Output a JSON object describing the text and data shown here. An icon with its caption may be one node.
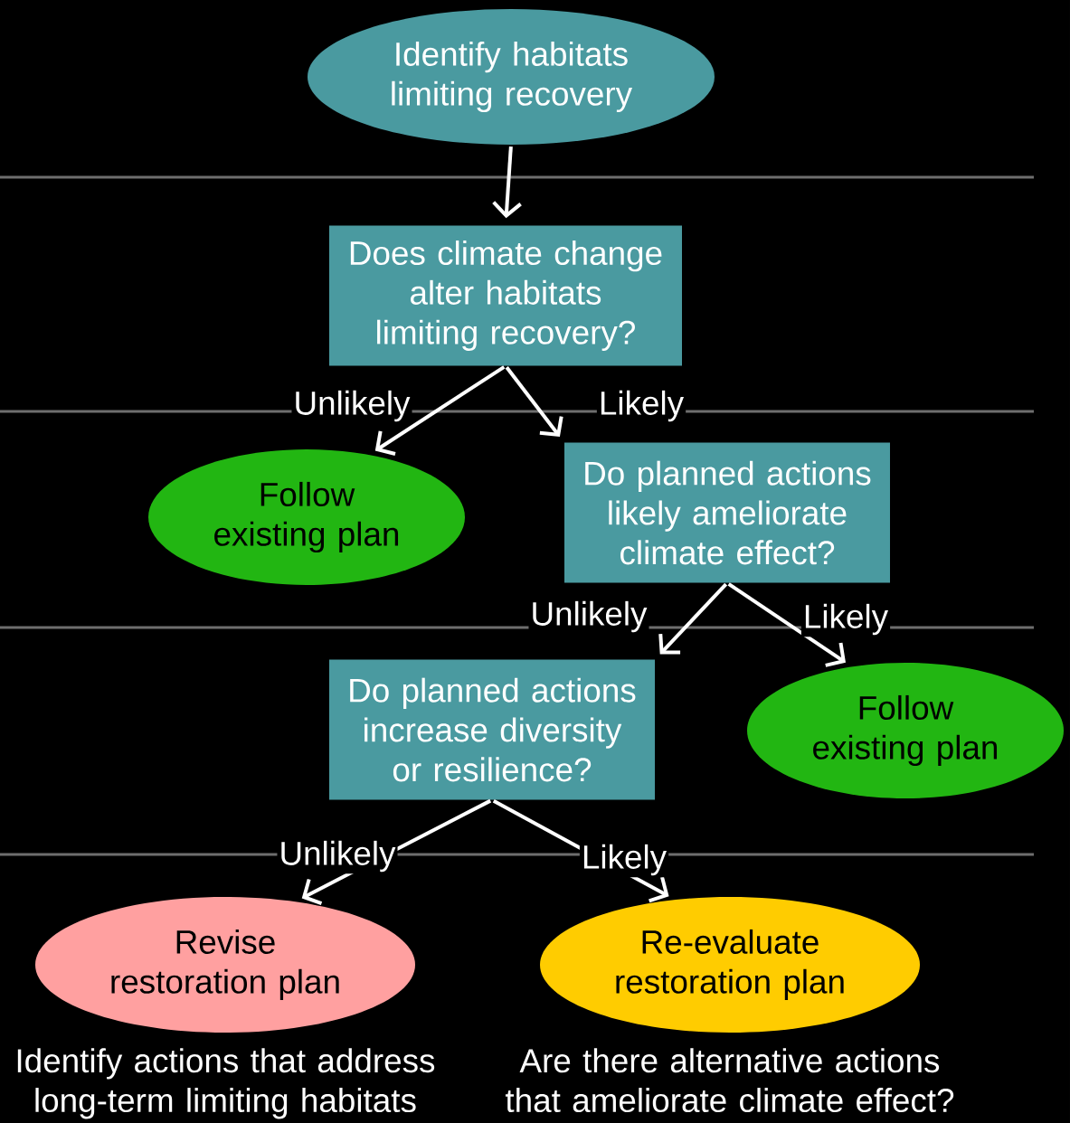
{
  "diagram": {
    "nodes": [
      {
        "text": [
          "Identify habitats limiting recovery"
        ]
      },
      {
        "text": [
          "Does climate change alter habitats limiting recovery?"
        ]
      },
      {
        "text": [
          "Follow existing plan"
        ]
      },
      {
        "text": [
          "Do planned actions likely ameliorate climate effect?"
        ]
      },
      {
        "text": [
          "Do planned actions increase diversity or resilience?"
        ]
      },
      {
        "text": [
          "Follow existing plan"
        ]
      },
      {
        "text": [
          "Revise restoration plan"
        ],
        "beside": [
          "Identify actions that address long-term limiting habitats"
        ]
      },
      {
        "text": [
          "Re-evaluate restoration plan"
        ],
        "beside": [
          "Are there alternative actions that ameliorate climate effect?"
        ]
      }
    ],
    "edges": [
      {
        "from": 0,
        "to": 1,
        "arrow": "to"
      },
      {
        "from": 1,
        "to": 2,
        "arrow": "to",
        "label": "Unlikely"
      },
      {
        "from": 1,
        "to": 3,
        "arrow": "to",
        "label": "Likely"
      },
      {
        "from": 3,
        "to": 4,
        "arrow": "to",
        "label": "Unlikely"
      },
      {
        "from": 3,
        "to": 5,
        "arrow": "to",
        "label": "Likely"
      },
      {
        "from": 4,
        "to": 6,
        "arrow": "to",
        "label": "Unlikely"
      },
      {
        "from": 4,
        "to": 7,
        "arrow": "to",
        "label": "Likely"
      }
    ]
  }
}
